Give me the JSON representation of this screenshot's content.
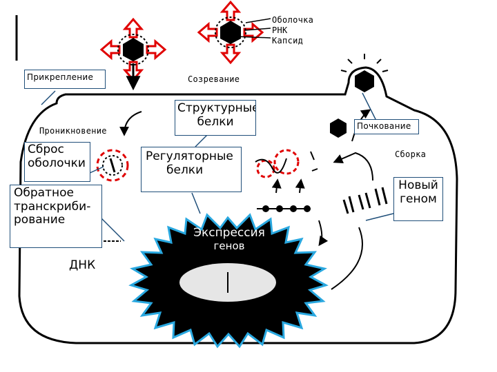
{
  "labels": {
    "attachment": "Прикрепление",
    "maturation": "Созревание",
    "structural_proteins_1": "Структурные",
    "structural_proteins_2": "белки",
    "penetration": "Проникновение",
    "uncoating_1": "Сброс",
    "uncoating_2": "оболочки",
    "regulatory_proteins_1": "Регуляторные",
    "regulatory_proteins_2": "белки",
    "reverse_1": "Обратное",
    "reverse_2": "транскриби-",
    "reverse_3": "рование",
    "dna": "ДНК",
    "expression_1": "Экспрессия",
    "expression_2": "генов",
    "budding": "Почкование",
    "assembly": "Сборка",
    "new_genome_1": "Новый",
    "new_genome_2": "геном"
  },
  "legend": {
    "envelope": "Оболочка",
    "rna": "РНК",
    "capsid": "Капсид"
  },
  "colors": {
    "callout_border": "#1f4e79",
    "highlight_red": "#e00000",
    "burst_blue": "#29a8e0",
    "ink": "#000000"
  }
}
